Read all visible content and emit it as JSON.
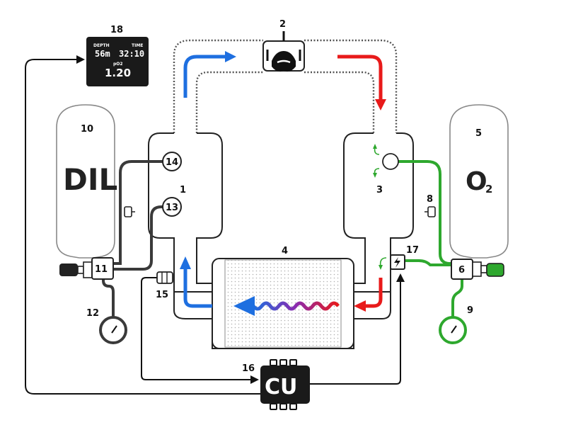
{
  "labels": {
    "n1": "1",
    "n2": "2",
    "n3": "3",
    "n4": "4",
    "n5": "5",
    "n6": "6",
    "n8": "8",
    "n9": "9",
    "n10": "10",
    "n11": "11",
    "n12": "12",
    "n13": "13",
    "n14": "14",
    "n15": "15",
    "n16": "16",
    "n17": "17",
    "n18": "18"
  },
  "tanks": {
    "diluent": "DIL",
    "oxygen": "O",
    "oxygen_sub": "2"
  },
  "display": {
    "depth_label": "DEPTH",
    "depth_value": "56m",
    "time_label": "TIME",
    "time_value": "32:10",
    "po2_label": "pO2",
    "po2_value": "1.20"
  },
  "control_unit": "CU",
  "colors": {
    "inhale_flow": "#1e6fe0",
    "exhale_flow": "#e81a1a",
    "oxygen_line": "#2ea82e",
    "diluent_line": "#3a3a3a",
    "device_dark": "#1a1a1a"
  }
}
